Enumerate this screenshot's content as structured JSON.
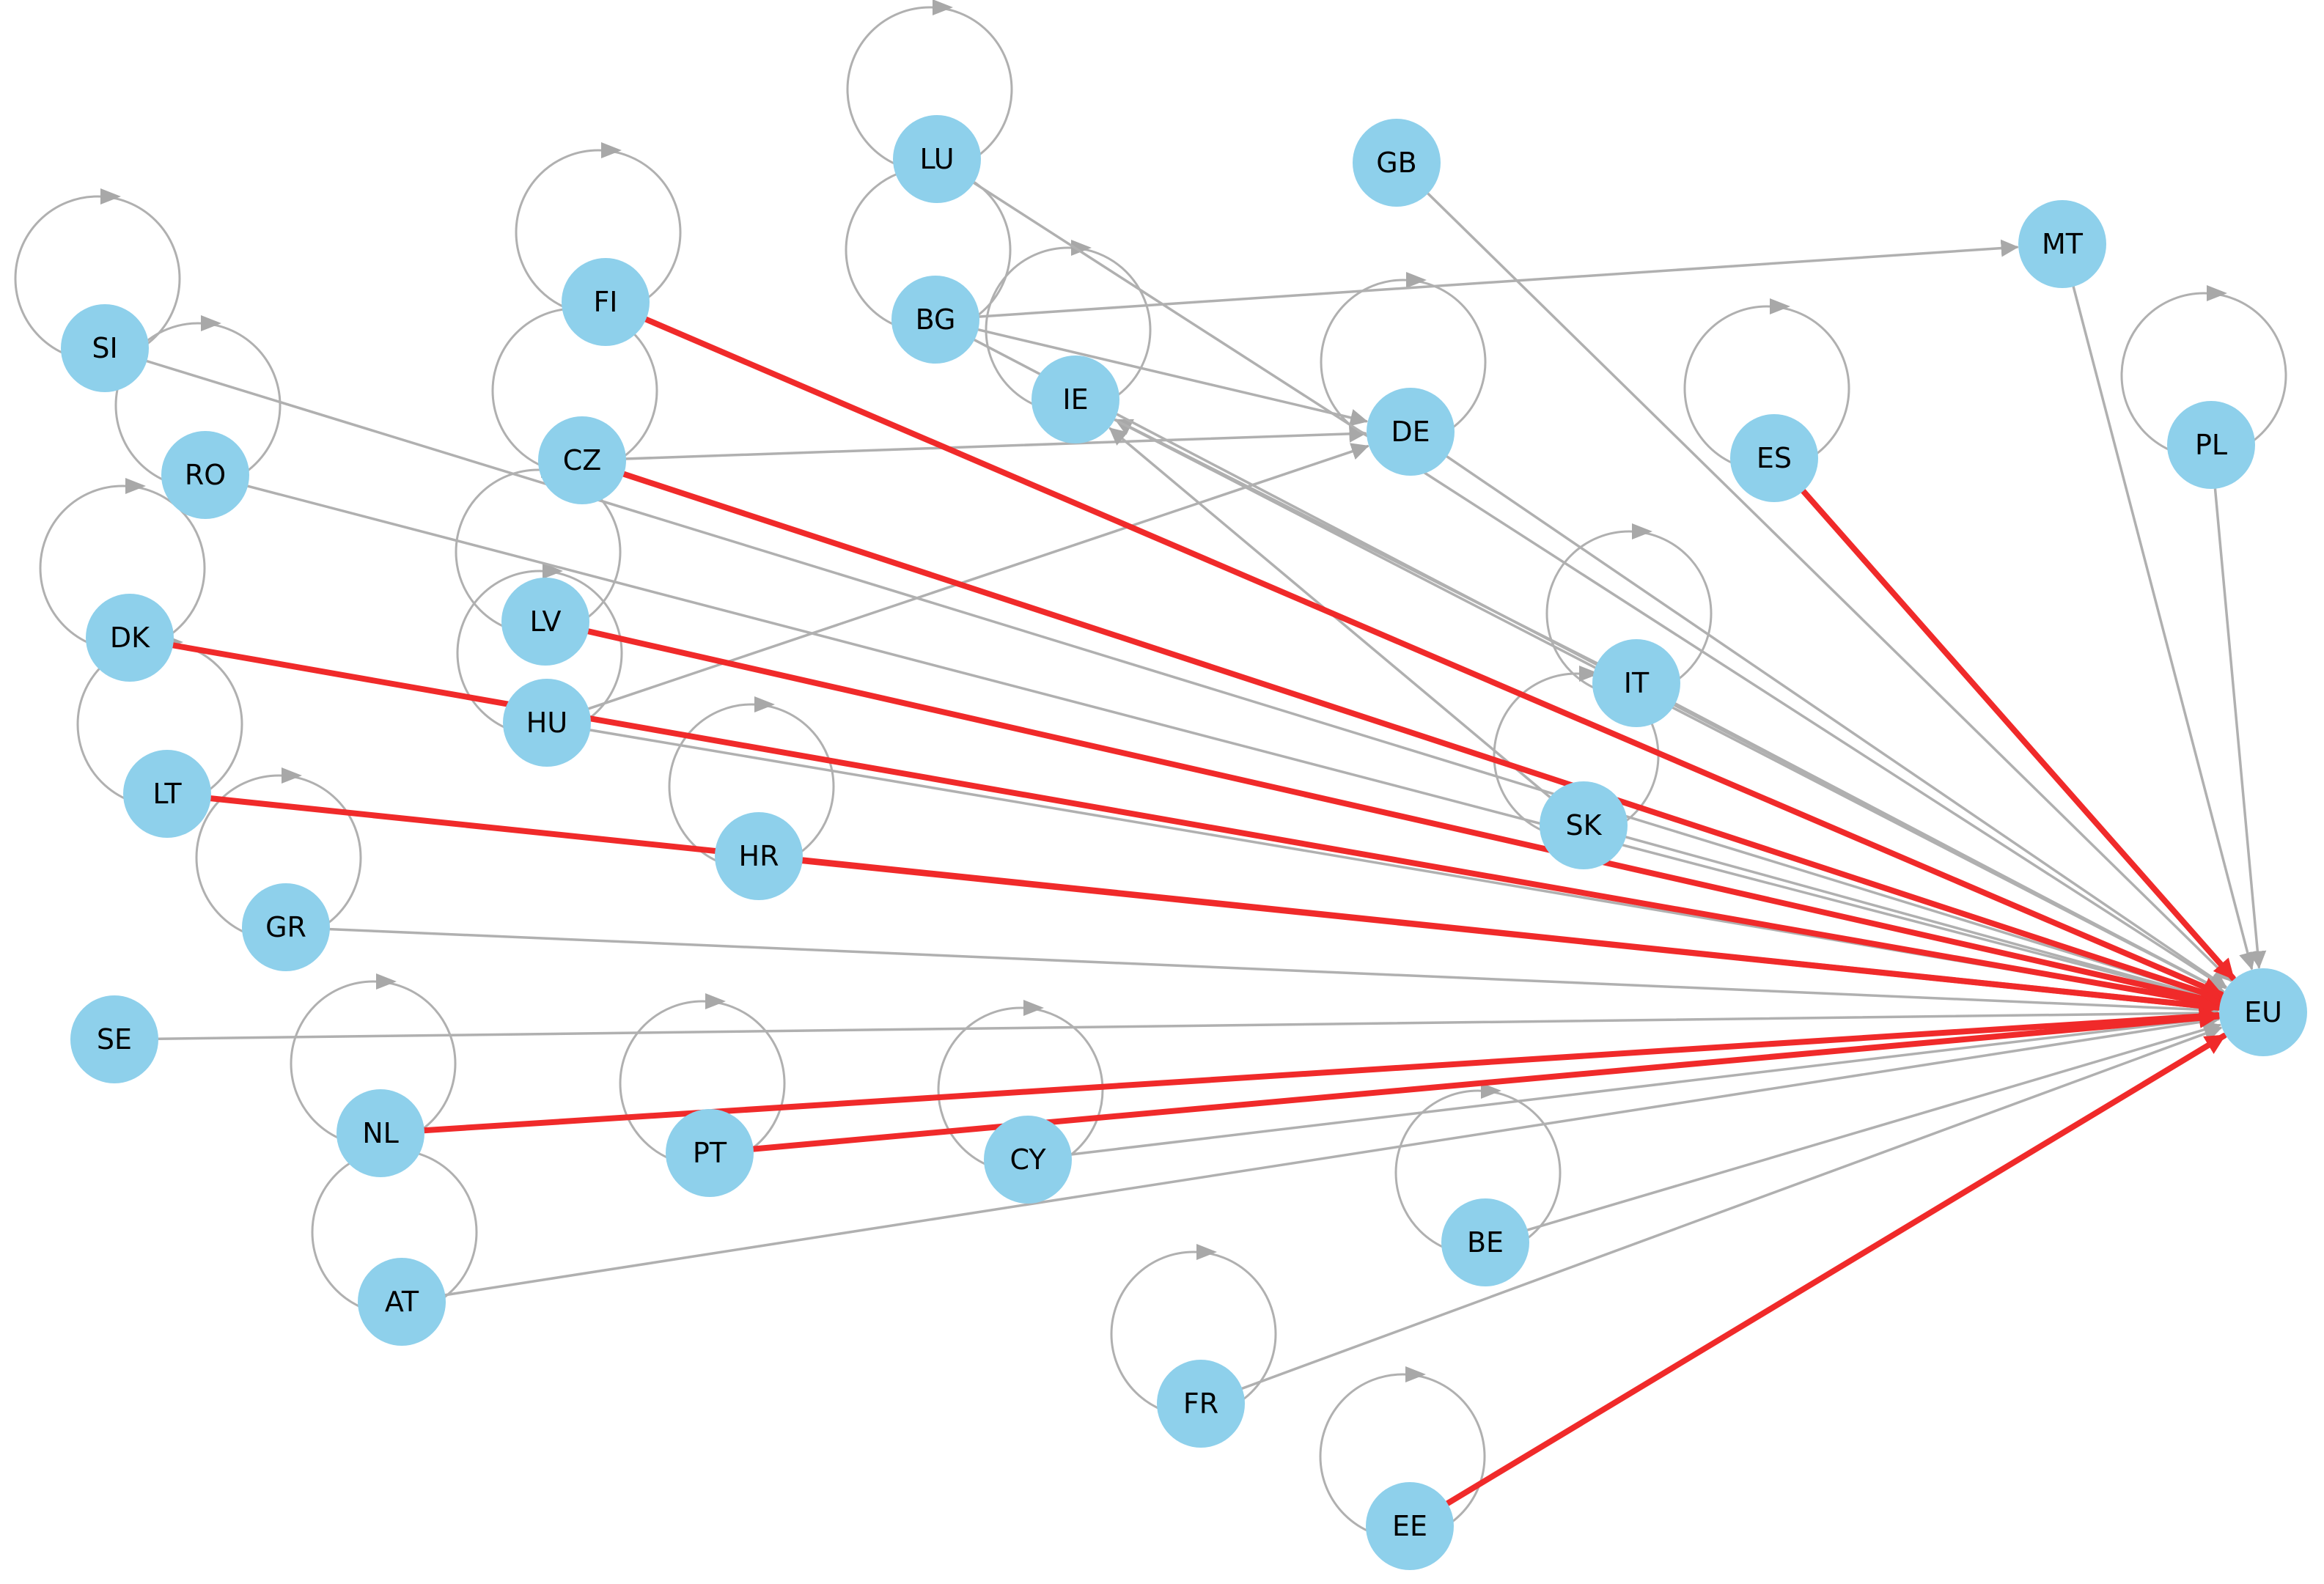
{
  "graph": {
    "node_color": "#8ed0eb",
    "normal_edge_color": "#b0b0b0",
    "highlight_edge_color": "#f02a2a",
    "nodes": [
      {
        "id": "LU"
      },
      {
        "id": "GB"
      },
      {
        "id": "MT"
      },
      {
        "id": "SI"
      },
      {
        "id": "FI"
      },
      {
        "id": "BG"
      },
      {
        "id": "IE"
      },
      {
        "id": "DE"
      },
      {
        "id": "ES"
      },
      {
        "id": "PL"
      },
      {
        "id": "RO"
      },
      {
        "id": "CZ"
      },
      {
        "id": "DK"
      },
      {
        "id": "LV"
      },
      {
        "id": "IT"
      },
      {
        "id": "HU"
      },
      {
        "id": "LT"
      },
      {
        "id": "HR"
      },
      {
        "id": "SK"
      },
      {
        "id": "GR"
      },
      {
        "id": "SE"
      },
      {
        "id": "EU"
      },
      {
        "id": "NL"
      },
      {
        "id": "PT"
      },
      {
        "id": "CY"
      },
      {
        "id": "BE"
      },
      {
        "id": "AT"
      },
      {
        "id": "FR"
      },
      {
        "id": "EE"
      }
    ],
    "self_loops": [
      "LU",
      "SI",
      "FI",
      "BG",
      "IE",
      "DE",
      "ES",
      "PL",
      "RO",
      "CZ",
      "DK",
      "LV",
      "IT",
      "HU",
      "LT",
      "HR",
      "SK",
      "GR",
      "NL",
      "PT",
      "CY",
      "BE",
      "AT",
      "FR",
      "EE"
    ],
    "edges": [
      {
        "source": "BG",
        "target": "MT",
        "highlight": false
      },
      {
        "source": "BG",
        "target": "DE",
        "highlight": false
      },
      {
        "source": "CZ",
        "target": "DE",
        "highlight": false
      },
      {
        "source": "HU",
        "target": "DE",
        "highlight": false
      },
      {
        "source": "SK",
        "target": "IE",
        "highlight": false
      },
      {
        "source": "IT",
        "target": "IE",
        "highlight": false
      },
      {
        "source": "LU",
        "target": "EU",
        "highlight": false
      },
      {
        "source": "GB",
        "target": "EU",
        "highlight": false
      },
      {
        "source": "MT",
        "target": "EU",
        "highlight": false
      },
      {
        "source": "PL",
        "target": "EU",
        "highlight": false
      },
      {
        "source": "SI",
        "target": "EU",
        "highlight": false
      },
      {
        "source": "RO",
        "target": "EU",
        "highlight": false
      },
      {
        "source": "BG",
        "target": "EU",
        "highlight": false
      },
      {
        "source": "IE",
        "target": "EU",
        "highlight": false
      },
      {
        "source": "DE",
        "target": "EU",
        "highlight": false
      },
      {
        "source": "IT",
        "target": "EU",
        "highlight": false
      },
      {
        "source": "HU",
        "target": "EU",
        "highlight": false
      },
      {
        "source": "GR",
        "target": "EU",
        "highlight": false
      },
      {
        "source": "SE",
        "target": "EU",
        "highlight": false
      },
      {
        "source": "CY",
        "target": "EU",
        "highlight": false
      },
      {
        "source": "BE",
        "target": "EU",
        "highlight": false
      },
      {
        "source": "AT",
        "target": "EU",
        "highlight": false
      },
      {
        "source": "FR",
        "target": "EU",
        "highlight": false
      },
      {
        "source": "SK",
        "target": "EU",
        "highlight": false
      },
      {
        "source": "FI",
        "target": "EU",
        "highlight": true
      },
      {
        "source": "CZ",
        "target": "EU",
        "highlight": true
      },
      {
        "source": "ES",
        "target": "EU",
        "highlight": true
      },
      {
        "source": "DK",
        "target": "EU",
        "highlight": true
      },
      {
        "source": "LV",
        "target": "EU",
        "highlight": true
      },
      {
        "source": "LT",
        "target": "EU",
        "highlight": true
      },
      {
        "source": "HR",
        "target": "EU",
        "highlight": true
      },
      {
        "source": "NL",
        "target": "EU",
        "highlight": true
      },
      {
        "source": "PT",
        "target": "EU",
        "highlight": true
      },
      {
        "source": "EE",
        "target": "EU",
        "highlight": true
      }
    ]
  }
}
